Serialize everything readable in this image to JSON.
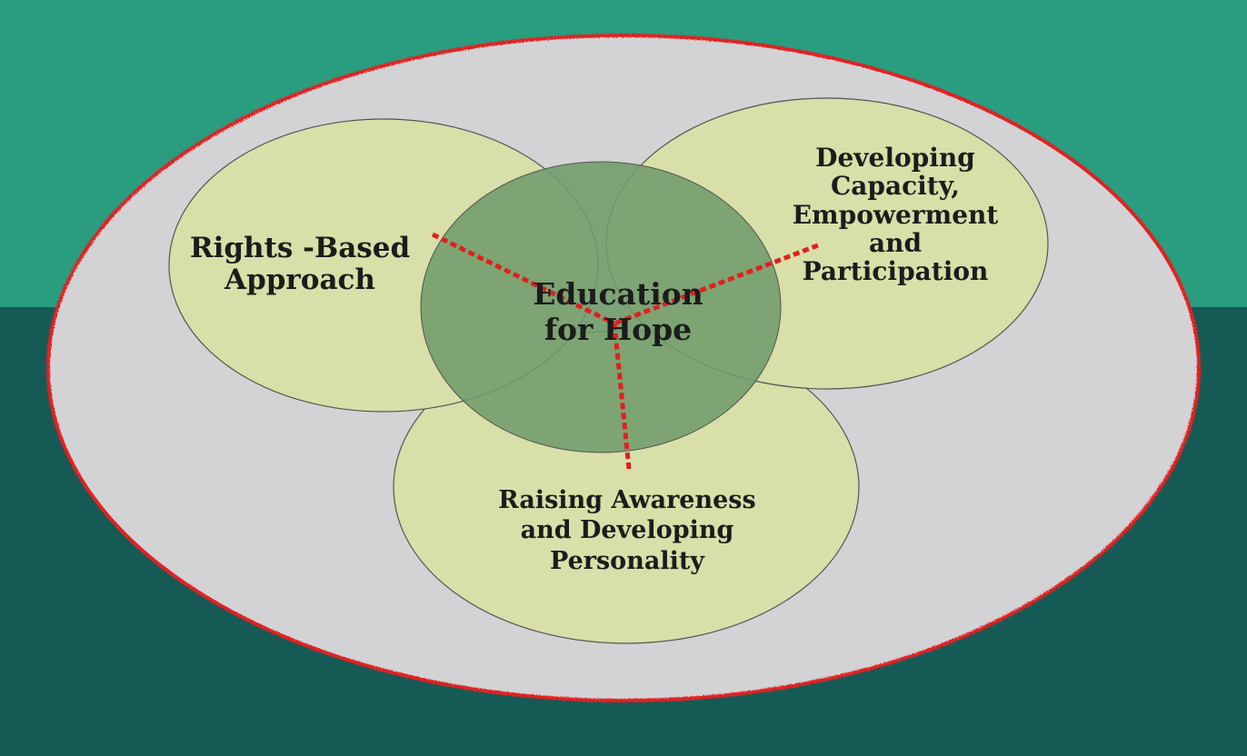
{
  "colors": {
    "background_top": "#2a9c7f",
    "background_bottom": "#165a56",
    "outer_ellipse_fill": "#d3d3d6",
    "outer_ellipse_border": "#e02020",
    "circle_fill": "#d9dfa8",
    "circle_stroke": "#555555",
    "center_fill": "#6f9c6a",
    "connector_color": "#e02020",
    "text_color": "#1c1c1c"
  },
  "diagram": {
    "center": {
      "label": "Education\nfor Hope"
    },
    "nodes": [
      {
        "id": "rights",
        "label": "Rights -Based\nApproach"
      },
      {
        "id": "capacity",
        "label": "Developing\nCapacity,\nEmpowerment\nand\nParticipation"
      },
      {
        "id": "awareness",
        "label": "Raising Awareness\nand  Developing\nPersonality"
      }
    ]
  }
}
